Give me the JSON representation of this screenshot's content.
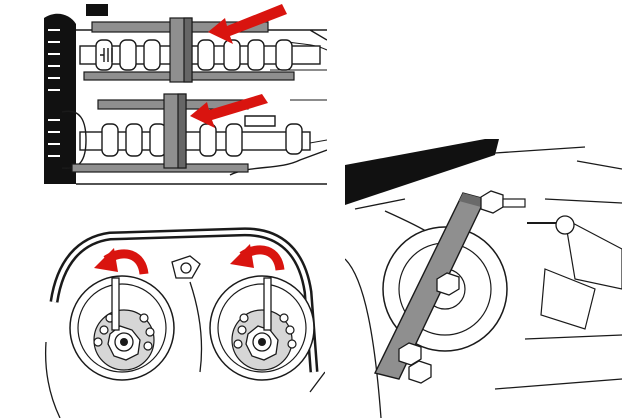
{
  "illustration": {
    "panels": [
      {
        "id": "camshaft-locking",
        "marks": [
          "arrow",
          "arrow"
        ]
      },
      {
        "id": "sprocket-rotation",
        "marks": [
          "rotation-arrow",
          "rotation-arrow"
        ]
      },
      {
        "id": "tensioner-tool",
        "marks": []
      }
    ],
    "colors": {
      "arrow": "#d9140f",
      "line": "#1a1a1a",
      "fill_light": "#ffffff",
      "fill_dark": "#111111",
      "fill_grey": "#8f8f8f"
    }
  }
}
